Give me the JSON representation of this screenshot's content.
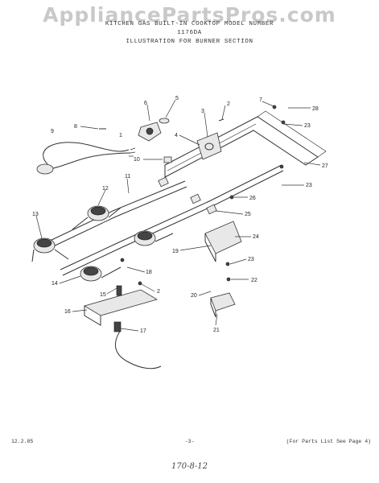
{
  "watermark": "AppliancePartsPros.com",
  "header": {
    "line1": "KITCHEN GAS BUILT-IN COOKTOP   MODEL NUMBER",
    "line2": "1176DA",
    "line3": "ILLUSTRATION FOR BURNER SECTION"
  },
  "callouts": {
    "c1": "1",
    "c2": "2",
    "c3": "3",
    "c4": "4",
    "c5": "5",
    "c6": "6",
    "c7": "7",
    "c8": "8",
    "c9": "9",
    "c10": "10",
    "c11": "11",
    "c12": "12",
    "c13": "13",
    "c14": "14",
    "c15": "15",
    "c16": "16",
    "c17": "17",
    "c18": "18",
    "c19": "19",
    "c20": "20",
    "c21": "21",
    "c22": "22",
    "c23": "23",
    "c24": "24",
    "c25": "25",
    "c26": "26",
    "c27": "27",
    "c28": "28"
  },
  "footer": {
    "date": "12.2.85",
    "page": "-3-",
    "note": "(For Parts List See Page 4)"
  },
  "handwritten": "170-8-12"
}
